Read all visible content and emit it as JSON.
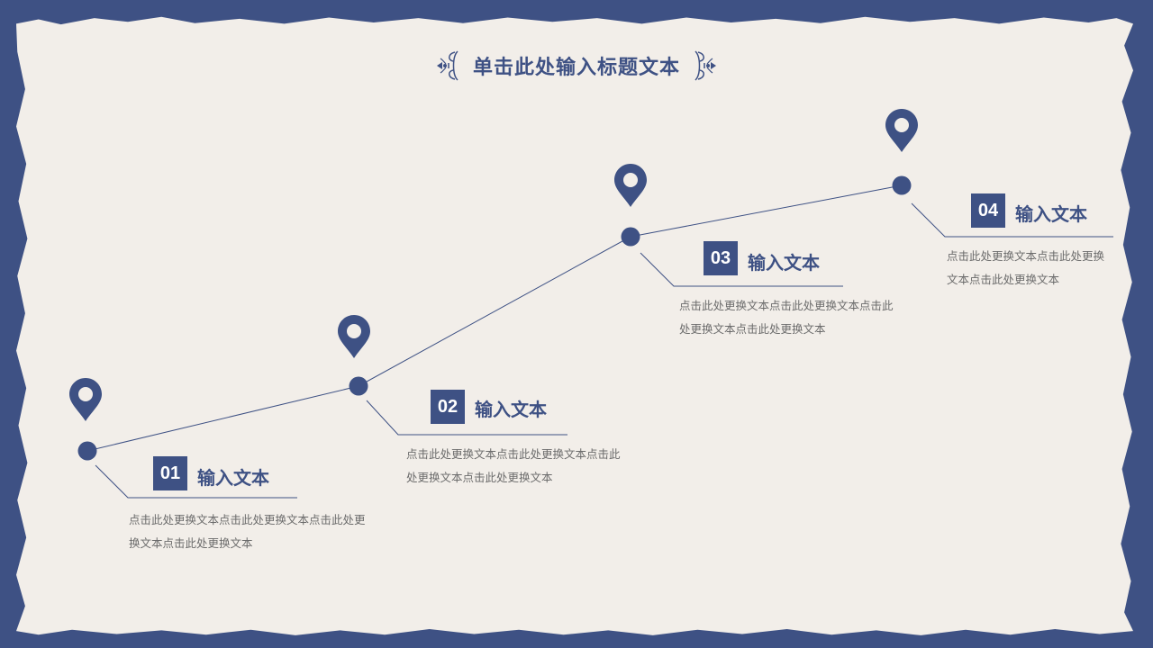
{
  "slide": {
    "title": "单击此处输入标题文本",
    "colors": {
      "accent": "#3e5184",
      "paper": "#f2eee9",
      "text_muted": "#6b6b6b"
    }
  },
  "steps": [
    {
      "number": "01",
      "title": "输入文本",
      "description": "点击此处更换文本点击此处更换文本点击此处更换文本点击此处更换文本"
    },
    {
      "number": "02",
      "title": "输入文本",
      "description": "点击此处更换文本点击此处更换文本点击此处更换文本点击此处更换文本"
    },
    {
      "number": "03",
      "title": "输入文本",
      "description": "点击此处更换文本点击此处更换文本点击此处更换文本点击此处更换文本"
    },
    {
      "number": "04",
      "title": "输入文本",
      "description": "点击此处更换文本点击此处更换文本点击此处更换文本"
    }
  ],
  "icons": {
    "pin": "map-pin-icon",
    "ornament_left": "flourish-left-icon",
    "ornament_right": "flourish-right-icon"
  }
}
